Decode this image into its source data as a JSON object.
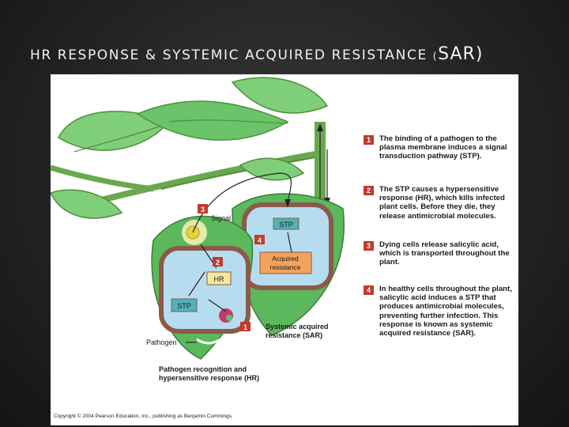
{
  "slide": {
    "title_main": "HR RESPONSE & SYSTEMIC ACQUIRED RESISTANCE ",
    "title_open": "(",
    "title_sar": "SAR",
    "title_close": ")"
  },
  "diagram": {
    "labels": {
      "signal": "Signal",
      "stp_upper": "STP",
      "acquired_resistance_1": "Acquired",
      "acquired_resistance_2": "resistance",
      "hr": "HR",
      "stp_lower": "STP",
      "pathogen": "Pathogen",
      "sar_1": "Systemic acquired",
      "sar_2": "resistance (SAR)",
      "hr_caption_1": "Pathogen recognition and",
      "hr_caption_2": "hypersensitive response (HR)"
    },
    "markers": {
      "m1": "1",
      "m2": "2",
      "m3": "3",
      "m4": "4"
    },
    "colors": {
      "leaf_green": "#5cb85c",
      "leaf_dark": "#3a7d3a",
      "cell_wall": "#8b5a4a",
      "cell_fill": "#b8dcef",
      "marker_red": "#c43a2b",
      "stp_box": "#4fb3b8",
      "hr_box": "#f5e9a0",
      "acquired_box": "#f2a25a"
    }
  },
  "steps": [
    {
      "num": "1",
      "text": "The binding of a pathogen to the plasma membrane induces a signal transduction pathway (STP)."
    },
    {
      "num": "2",
      "text": "The STP causes a hypersensitive response (HR), which kills infected plant cells. Before they die, they release antimicrobial molecules."
    },
    {
      "num": "3",
      "text": "Dying cells release salicylic acid, which is transported throughout the plant."
    },
    {
      "num": "4",
      "text": "In healthy cells throughout the plant, salicylic acid induces a STP that produces antimicrobial molecules, preventing further infection. This response is known as systemic acquired resistance (SAR)."
    }
  ],
  "copyright": "Copyright © 2004 Pearson Education, Inc., publishing as Benjamin Cummings."
}
